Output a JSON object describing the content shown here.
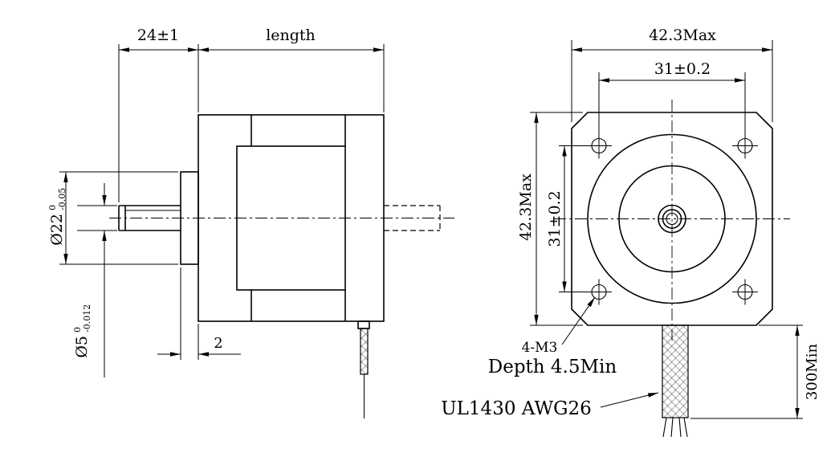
{
  "side_view": {
    "dim_front_length": "24±1",
    "dim_body_length": "length",
    "dim_boss_diameter": {
      "base": "Ø22",
      "tol_upper": "0",
      "tol_lower": "-0.05"
    },
    "dim_shaft_diameter": {
      "base": "Ø5",
      "tol_upper": "0",
      "tol_lower": "-0.012"
    },
    "dim_boss_protrusion": "2"
  },
  "front_view": {
    "dim_overall_width": "42.3Max",
    "dim_overall_height": "42.3Max",
    "dim_mount_hole_spacing_horizontal": "31±0.2",
    "dim_mount_hole_spacing_vertical": "31±0.2",
    "callout_mount_holes_line1": "4-M3",
    "callout_mount_holes_line2": "Depth 4.5Min",
    "callout_lead_wire": "UL1430 AWG26",
    "dim_lead_wire_length": "300Min"
  },
  "colors": {
    "line": "#000000",
    "background": "#ffffff"
  }
}
